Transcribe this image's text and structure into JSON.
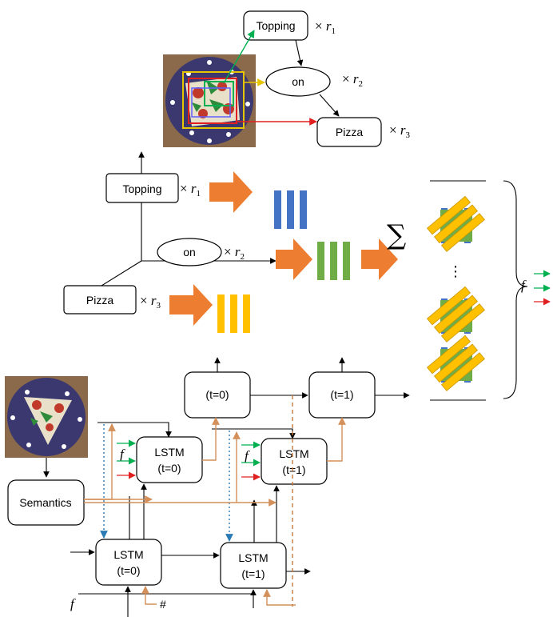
{
  "scene_graph": {
    "nodes": [
      "Topping",
      "on",
      "Pizza"
    ],
    "weights": [
      "r1",
      "r2",
      "r3"
    ]
  },
  "embedding_space": {
    "labels": [
      "Topping",
      "on",
      "Pizza"
    ],
    "weights": [
      "r1",
      "r2",
      "r3"
    ],
    "sum_symbol": "∑",
    "ellipsis": "⋮",
    "feature_symbol": "f"
  },
  "lstm": {
    "top_row": [
      "(t=0)",
      "(t=1)"
    ],
    "mid_title": "LSTM",
    "mid_steps": [
      "(t=0)",
      "(t=1)"
    ],
    "bottom_title": "LSTM",
    "bottom_steps": [
      "(t=0)",
      "(t=1)"
    ],
    "semantics_label": "Semantics",
    "feature_symbol": "f",
    "hash": "#"
  },
  "colors": {
    "orange_arrow": "#ed7d31",
    "blue_bar": "#4472c4",
    "green_bar": "#70ad47",
    "yellow_bar": "#ffc000",
    "green_line": "#00b050",
    "yellow_line": "#ffd966",
    "red_line": "#e02020",
    "orange_line": "#d4905a",
    "blue_dotted": "#2a7ab6"
  }
}
